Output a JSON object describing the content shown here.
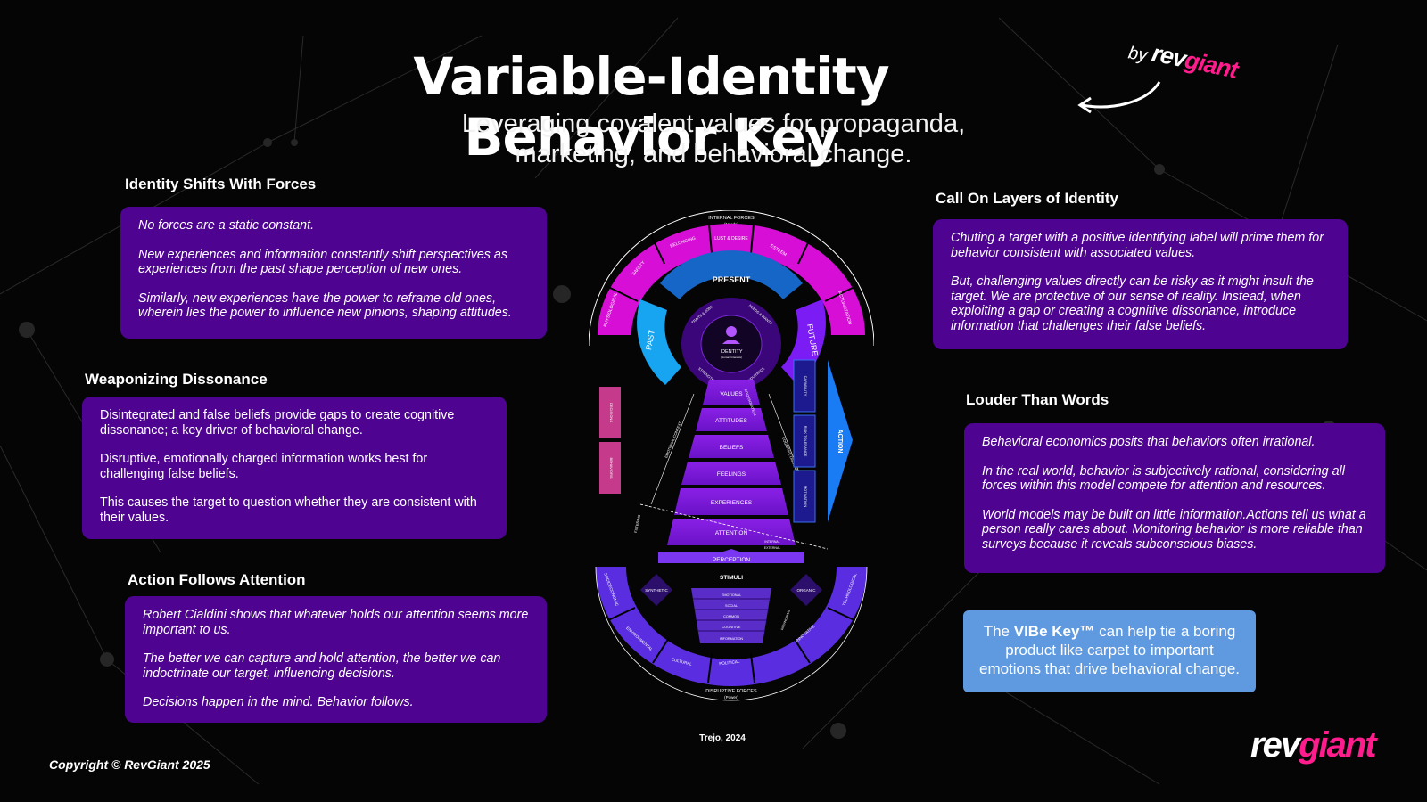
{
  "header": {
    "title": "Variable-Identity Behavior Key",
    "subtitle_line1": "Leveraging covalent values for propaganda,",
    "subtitle_line2": "marketing, and behavioral change.",
    "by": "by",
    "brand_white": "rev",
    "brand_pink": "giant"
  },
  "sections": {
    "identity_shifts": {
      "heading": "Identity Shifts With Forces",
      "p1": "No forces are a static constant.",
      "p2": "New experiences and information constantly shift  perspectives as experiences from the past shape perception of new ones.",
      "p3": "Similarly, new experiences have the power to reframe old ones, wherein lies the power to influence new  pinions, shaping attitudes."
    },
    "dissonance": {
      "heading": "Weaponizing Dissonance",
      "p1": "Disintegrated and false beliefs provide gaps to create cognitive dissonance; a key driver of behavioral change.",
      "p2": "Disruptive, emotionally charged information works best for challenging false beliefs.",
      "p3": "This causes the target to question whether they are consistent with their values."
    },
    "attention": {
      "heading": "Action Follows Attention",
      "p1": "Robert Cialdini shows that whatever holds our attention seems more important to us.",
      "p2": "The better we can capture and hold attention, the better we can indoctrinate our target, influencing decisions.",
      "p3": "Decisions happen in the mind. Behavior follows."
    },
    "layers": {
      "heading": "Call On Layers of Identity",
      "p1": "Chuting a target with a positive identifying label will prime them for behavior consistent with associated values.",
      "p2": "But, challenging values directly can be risky as it might insult the target. We are protective of our sense of reality. Instead, when exploiting a gap or creating a cognitive dissonance, introduce information that challenges their false beliefs."
    },
    "louder": {
      "heading": "Louder Than Words",
      "p1": "Behavioral economics posits that behaviors often irrational.",
      "p2": "In the real world, behavior is subjectively rational, considering all forces within this model compete for  attention and resources.",
      "p3": "World models may be built on little information.Actions tell us what a person really cares about. Monitoring behavior is more reliable than surveys because it reveals subconscious biases."
    }
  },
  "cta": {
    "pre": "The ",
    "key": "VIBe Key™",
    "post": " can help tie a boring product like carpet to important emotions that drive behavioral change."
  },
  "footer": {
    "copyright": "Copyright © RevGiant 2025",
    "credit": "Trejo, 2024",
    "logo_white": "rev",
    "logo_pink": "giant"
  },
  "diagram": {
    "top_label": "INTERNAL FORCES",
    "top_sub": "(Needs)",
    "bottom_label": "DISRUPTIVE FORCES",
    "bottom_sub": "(Power)",
    "outer_arc": [
      "PHYSIOLOGICAL",
      "SAFETY",
      "BELONGING",
      "LUST & DESIRE",
      "ESTEEM",
      "ACTUALIZATION"
    ],
    "present": "PRESENT",
    "past": "PAST",
    "future": "FUTURE",
    "inner_ring": [
      "TRAITS & JOBS",
      "NEEDS & WANTS",
      "ENDURANCE",
      "STRENGTHS"
    ],
    "identity": "IDENTITY",
    "identity_sub": "(Human Interests)",
    "pyramid": [
      "VALUES",
      "ATTITUDES",
      "BELIEFS",
      "FEELINGS",
      "EXPERIENCES",
      "ATTENTION"
    ],
    "left_boxes": [
      "DECISIONS",
      "BEHAVIORS"
    ],
    "right_boxes": [
      "CAPABILITY",
      "RISK TOLERANCE",
      "MOTIVATION"
    ],
    "action": "ACTION",
    "side_left": "EMOTIONAL CONTEXT",
    "side_right": "COGNITIVE DISSONANCE",
    "side_ego": "EGO-ISOLATION",
    "filtering": "FILTERING",
    "internal": "INTERNAL",
    "external": "EXTERNAL",
    "perception": "PERCEPTION",
    "stimuli": "STIMULI",
    "synthetic": "SYNTHETIC",
    "organic": "ORGANIC",
    "funnel": [
      "EMOTIONAL",
      "SOCIAL",
      "COMMON",
      "COGNITIVE",
      "INFORMATION"
    ],
    "bottom_arc": [
      "SOCIOECONOMIC",
      "ENVIRONMENTAL",
      "CULTURAL",
      "POLITICAL",
      "INNOVATIVE",
      "TECHNOLOGICAL"
    ],
    "side_bottom": "PARANORMAL"
  }
}
